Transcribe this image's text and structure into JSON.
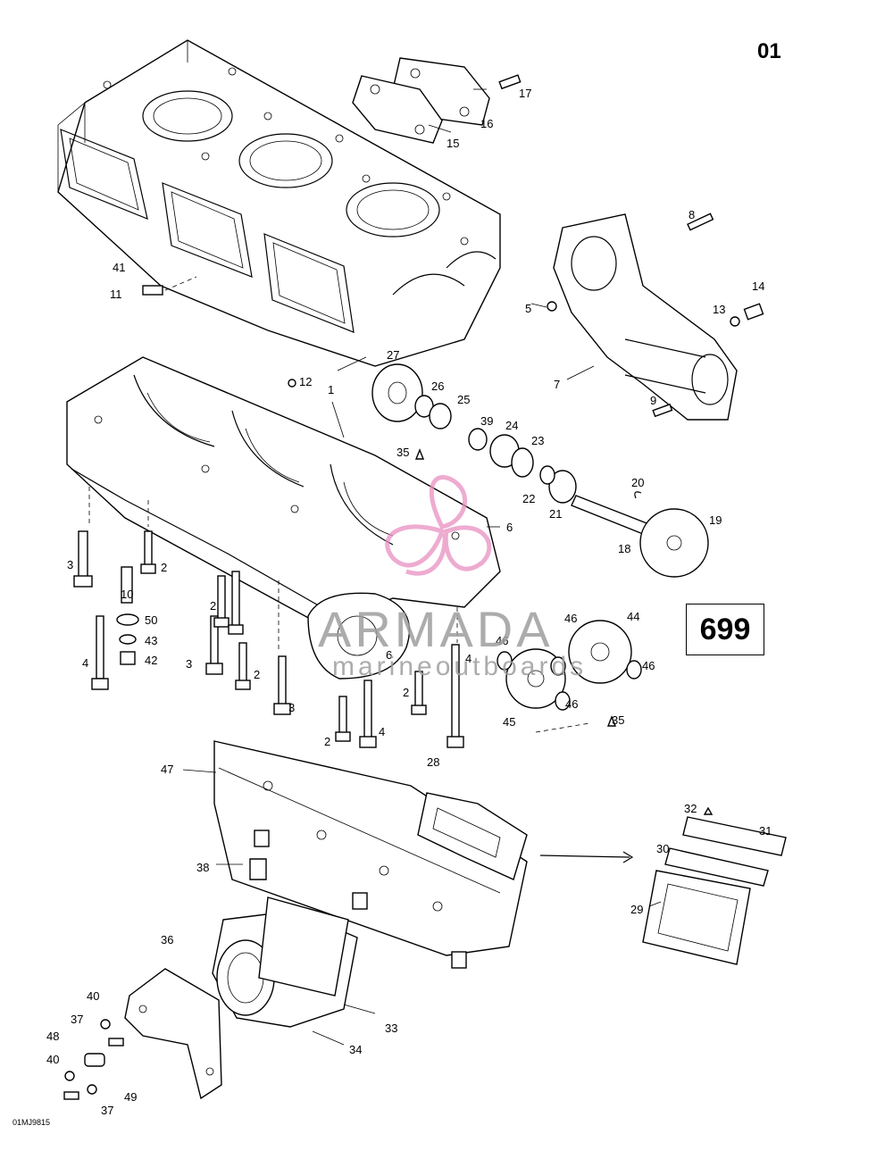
{
  "page_number": "01",
  "reference": "699",
  "image_id": "01MJ9815",
  "watermark": {
    "title": "ARMADA",
    "subtitle": "marineoutboards",
    "logo_color": "#e98fc1",
    "text_color": "#9e9e9e"
  },
  "part_labels": [
    "1",
    "2",
    "2",
    "2",
    "2",
    "2",
    "3",
    "3",
    "3",
    "4",
    "4",
    "4",
    "5",
    "6",
    "6",
    "7",
    "8",
    "9",
    "10",
    "11",
    "12",
    "13",
    "14",
    "15",
    "16",
    "17",
    "18",
    "19",
    "20",
    "21",
    "22",
    "23",
    "24",
    "25",
    "26",
    "27",
    "28",
    "29",
    "30",
    "31",
    "32",
    "33",
    "34",
    "35",
    "35",
    "36",
    "37",
    "37",
    "38",
    "39",
    "40",
    "40",
    "41",
    "42",
    "43",
    "44",
    "45",
    "46",
    "46",
    "46",
    "46",
    "47",
    "48",
    "49",
    "50"
  ]
}
